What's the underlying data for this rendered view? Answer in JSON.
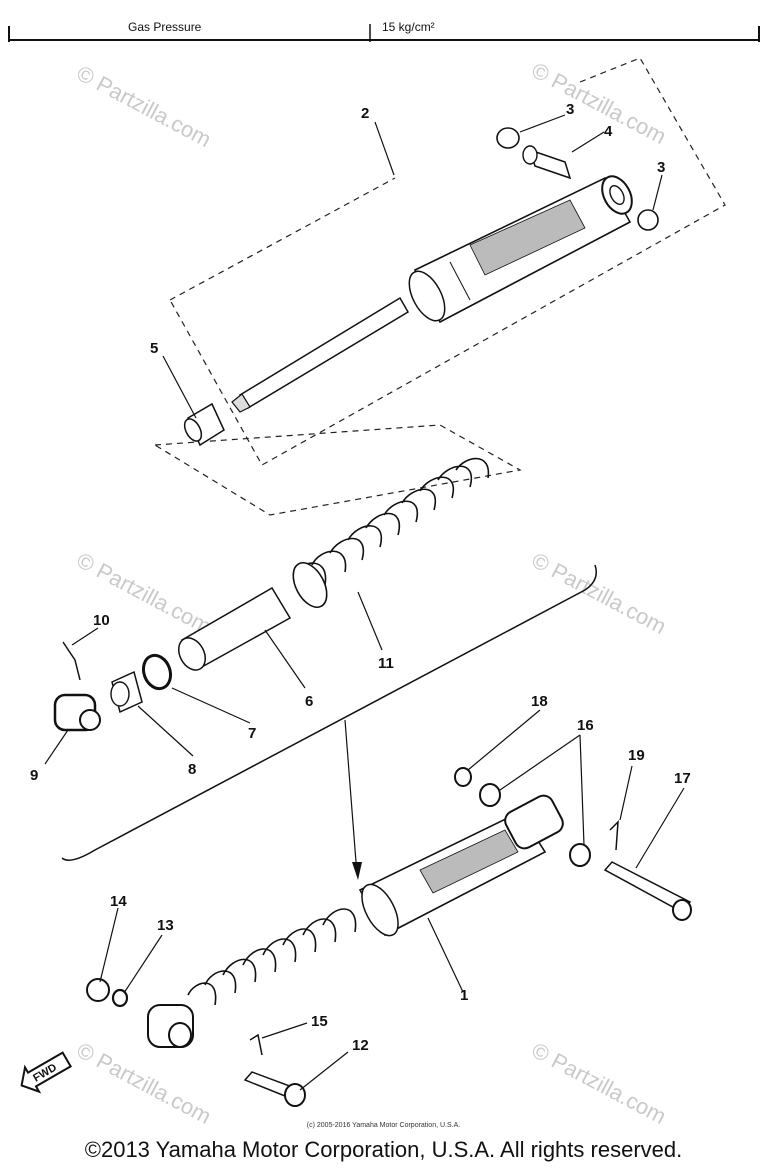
{
  "header": {
    "label": "Gas Pressure",
    "value": "15 kg/cm²"
  },
  "watermark": "© Partzilla.com",
  "fwd_label": "FWD",
  "callouts": {
    "c1": "1",
    "c2": "2",
    "c3a": "3",
    "c3b": "3",
    "c4": "4",
    "c5": "5",
    "c6": "6",
    "c7": "7",
    "c8": "8",
    "c9": "9",
    "c10": "10",
    "c11": "11",
    "c12": "12",
    "c13": "13",
    "c14": "14",
    "c15": "15",
    "c16": "16",
    "c17": "17",
    "c18": "18",
    "c19": "19"
  },
  "footer": {
    "small_copyright": "(c) 2005-2016 Yamaha Motor Corporation, U.S.A.",
    "main_copyright": "©2013 Yamaha Motor Corporation, U.S.A. All rights reserved."
  }
}
